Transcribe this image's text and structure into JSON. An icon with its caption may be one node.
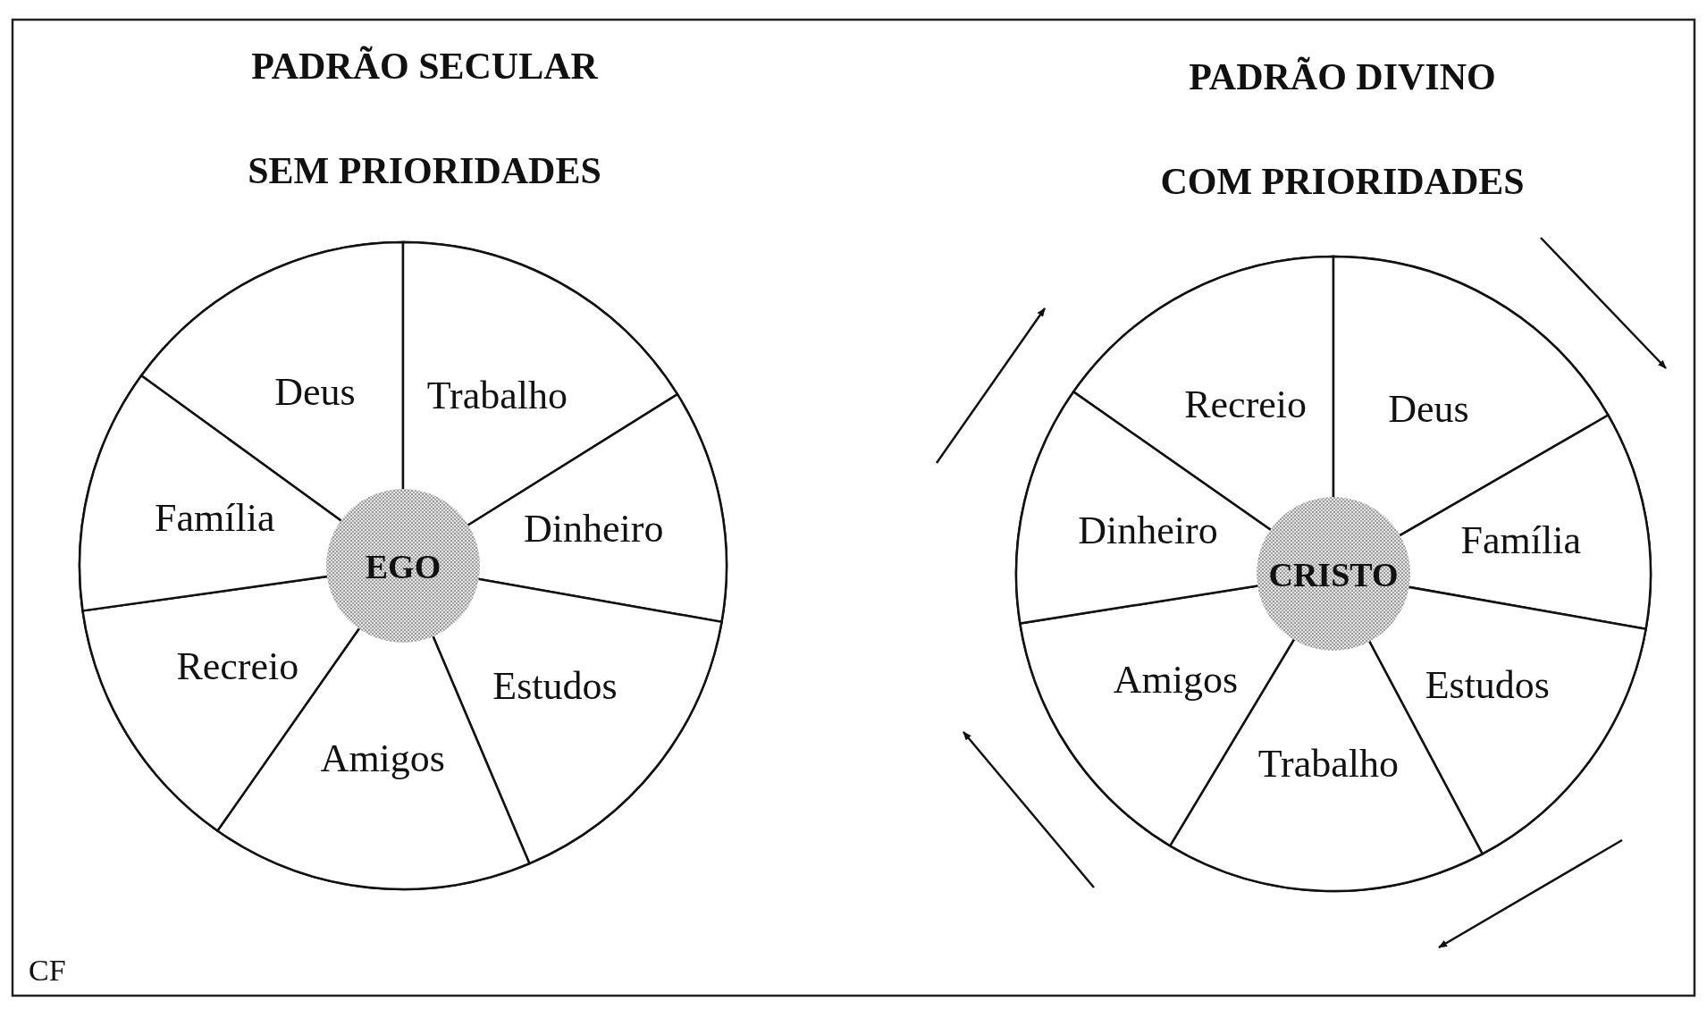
{
  "diagram": {
    "nodes": [
      {
        "text": [],
        "shape": "circle"
      },
      {
        "text": [
          "Deus"
        ],
        "in": 0
      },
      {
        "text": [
          "Trabalho"
        ],
        "in": 0
      },
      {
        "text": [
          "Dinheiro"
        ],
        "in": 0
      },
      {
        "text": [
          "Estudos"
        ],
        "in": 0
      },
      {
        "text": [
          "Amigos"
        ],
        "in": 0
      },
      {
        "text": [
          "Recreio"
        ],
        "in": 0
      },
      {
        "text": [
          "Família"
        ],
        "in": 0
      },
      {
        "text": [
          "EGO"
        ],
        "in": 0
      },
      {
        "text": [],
        "shape": "circle"
      },
      {
        "text": [
          "Recreio"
        ],
        "in": 9
      },
      {
        "text": [
          "Deus"
        ],
        "in": 9
      },
      {
        "text": [
          "Família"
        ],
        "in": 9
      },
      {
        "text": [
          "Estudos"
        ],
        "in": 9
      },
      {
        "text": [
          "Trabalho"
        ],
        "in": 9
      },
      {
        "text": [
          "Amigos"
        ],
        "in": 9
      },
      {
        "text": [
          "Dinheiro"
        ],
        "in": 9
      },
      {
        "text": [
          "CRISTO"
        ],
        "in": 9
      }
    ],
    "edges": [],
    "labels": [
      "PADRÃO SECULAR",
      "SEM PRIORIDADES",
      "PADRÃO DIVINO",
      "COM PRIORIDADES",
      "CF"
    ]
  }
}
